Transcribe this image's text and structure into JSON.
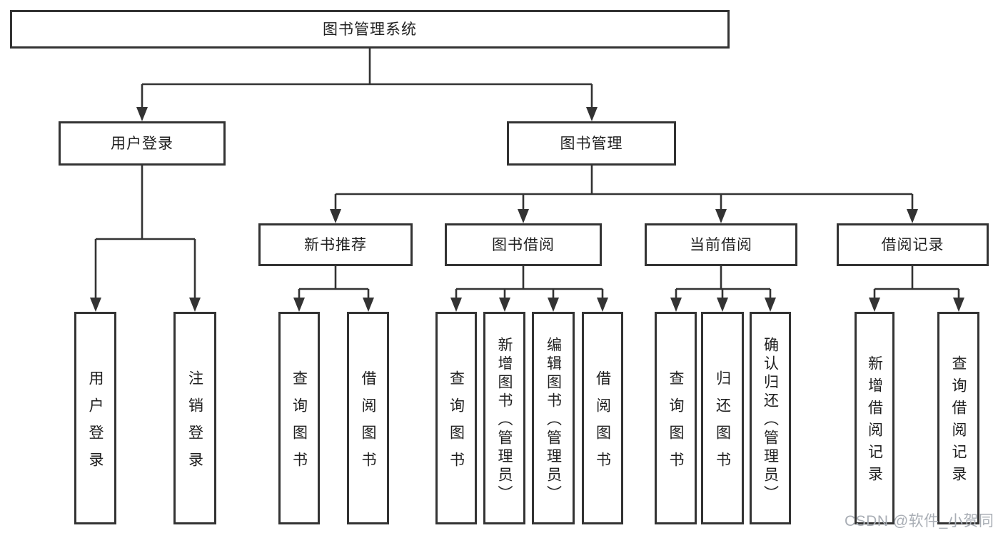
{
  "diagram": {
    "title": "图书管理系统",
    "type": "hierarchy-tree"
  },
  "colors": {
    "line": "#333333",
    "box_border": "#333333",
    "text": "#1f1f1f",
    "watermark": "#a9aeb5"
  },
  "tree": {
    "root": {
      "label": "图书管理系统"
    },
    "children": [
      {
        "label": "用户登录",
        "children": [
          {
            "label": "用户登录"
          },
          {
            "label": "注销登录"
          }
        ]
      },
      {
        "label": "图书管理",
        "children": [
          {
            "label": "新书推荐",
            "children": [
              {
                "label": "查询图书"
              },
              {
                "label": "借阅图书"
              }
            ]
          },
          {
            "label": "图书借阅",
            "children": [
              {
                "label": "查询图书"
              },
              {
                "label": "新增图书（管理员）"
              },
              {
                "label": "编辑图书（管理员）"
              },
              {
                "label": "借阅图书"
              }
            ]
          },
          {
            "label": "当前借阅",
            "children": [
              {
                "label": "查询图书"
              },
              {
                "label": "归还图书"
              },
              {
                "label": "确认归还（管理员）"
              }
            ]
          },
          {
            "label": "借阅记录",
            "children": [
              {
                "label": "新增借阅记录"
              },
              {
                "label": "查询借阅记录"
              }
            ]
          }
        ]
      }
    ]
  },
  "watermark": "CSDN @软件_小贺同学"
}
